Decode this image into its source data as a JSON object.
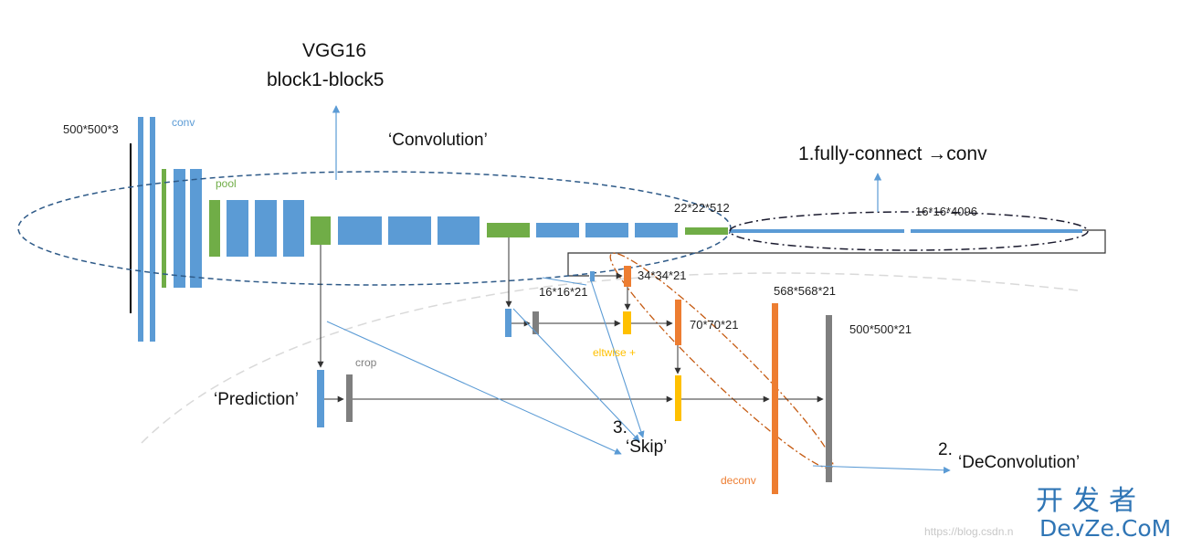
{
  "colors": {
    "conv": "#5b9bd5",
    "pool": "#70ad47",
    "crop": "#7f7f7f",
    "eltwise": "#ffc000",
    "deconv": "#ed7d31",
    "ellipse": "#2e5a88",
    "ellipse_orange": "#c55a11",
    "arrow_blue": "#5b9bd5",
    "arrow_dark": "#333333"
  },
  "labels": {
    "vgg_title": "VGG16",
    "vgg_blocks": "block1-block5",
    "input_size": "500*500*3",
    "conv_tag": "conv",
    "pool_tag": "pool",
    "convolution": "‘Convolution’",
    "fully_connect": "1.fully-connect →conv",
    "size_22": "22*22*512",
    "size_16_4096": "16*16*4096",
    "size_16_21": "16*16*21",
    "size_34": "34*34*21",
    "size_70": "70*70*21",
    "size_568": "568*568*21",
    "size_500_out": "500*500*21",
    "crop_tag": "crop",
    "eltwise_tag": "eltwise +",
    "deconv_tag": "deconv",
    "prediction": "‘Prediction’",
    "skip_num": "3.",
    "skip": "‘Skip’",
    "deconvolution_num": "2.",
    "deconvolution": "‘DeConvolution’"
  },
  "watermark": {
    "line1": "开发者",
    "line2": "DevZe.CoM",
    "line3": "https://blog.csdn.n"
  }
}
